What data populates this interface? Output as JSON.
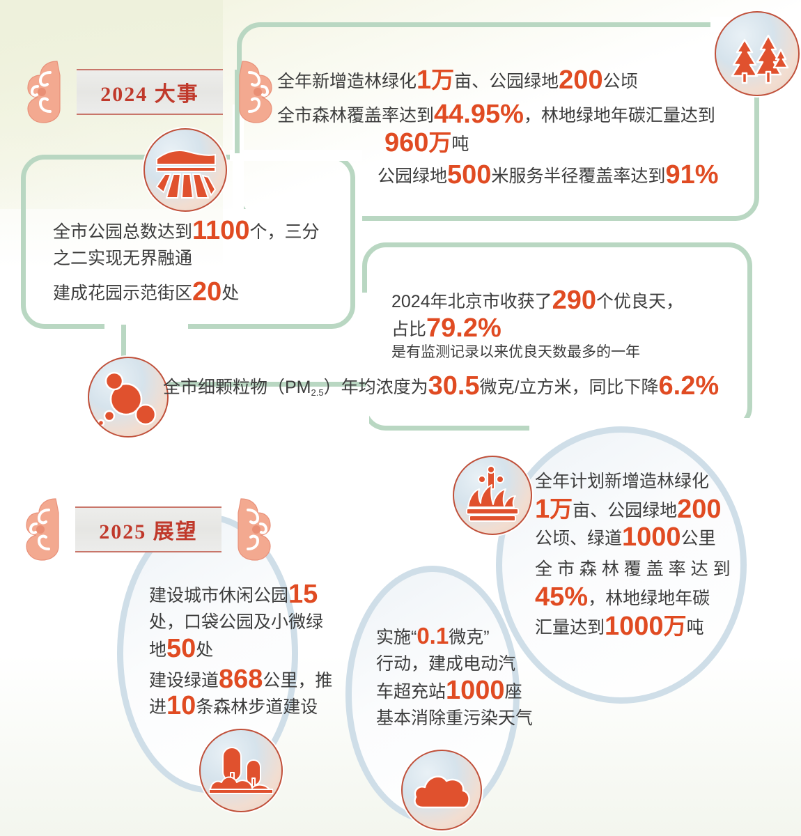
{
  "meta": {
    "accent_red": "#e04b22",
    "accent_title_red": "#c0392b",
    "frame_green": "#b9d7c2",
    "ellipse_blue": "#cfdee8",
    "text_gray": "#3c3c3c"
  },
  "banners": {
    "y2024": {
      "label": "2024 大事"
    },
    "y2025": {
      "label": "2025 展望"
    }
  },
  "icons": {
    "forest": "pine-trees-icon",
    "farmland": "farmland-field-icon",
    "particles": "particulate-dots-icon",
    "planter": "plant-sprout-icon",
    "park": "park-trees-icon",
    "cloud": "cloud-icon"
  },
  "section_2024": {
    "block_forest": {
      "line1": {
        "parts": [
          {
            "t": "全年新增造林绿化",
            "s": "plain"
          },
          {
            "t": "1",
            "s": "num-big"
          },
          {
            "t": "万",
            "s": "num-mid"
          },
          {
            "t": "亩、公园绿地",
            "s": "plain"
          },
          {
            "t": "200",
            "s": "num-big"
          },
          {
            "t": "公顷",
            "s": "plain"
          }
        ]
      },
      "line2": {
        "parts": [
          {
            "t": "全市森林覆盖率达到",
            "s": "plain"
          },
          {
            "t": "44.95%",
            "s": "num-big"
          },
          {
            "t": "，林地绿地年碳汇量达到",
            "s": "plain"
          }
        ]
      },
      "line3": {
        "parts": [
          {
            "t": "960",
            "s": "num-big"
          },
          {
            "t": "万",
            "s": "num-mid"
          },
          {
            "t": "吨",
            "s": "plain"
          }
        ]
      },
      "line4": {
        "parts": [
          {
            "t": "公园绿地",
            "s": "plain"
          },
          {
            "t": "500",
            "s": "num-big"
          },
          {
            "t": "米服务半径覆盖率达到",
            "s": "plain"
          },
          {
            "t": "91%",
            "s": "num-big"
          }
        ]
      }
    },
    "block_parks": {
      "line1": {
        "parts": [
          {
            "t": "全市公园总数达到",
            "s": "plain"
          },
          {
            "t": "1100",
            "s": "num-big"
          },
          {
            "t": "个，三分",
            "s": "plain"
          }
        ]
      },
      "line2": {
        "parts": [
          {
            "t": "之二实现无界融通",
            "s": "plain"
          }
        ]
      },
      "line3": {
        "parts": [
          {
            "t": "建成花园示范街区",
            "s": "plain"
          },
          {
            "t": "20",
            "s": "num-big"
          },
          {
            "t": "处",
            "s": "plain"
          }
        ]
      }
    },
    "block_airdays": {
      "line1": {
        "parts": [
          {
            "t": "2024年北京市收获了",
            "s": "plain"
          },
          {
            "t": "290",
            "s": "num-big"
          },
          {
            "t": "个优良天，",
            "s": "plain"
          }
        ]
      },
      "line2": {
        "parts": [
          {
            "t": "占比",
            "s": "plain"
          },
          {
            "t": "79.2%",
            "s": "num-big"
          }
        ]
      },
      "line3": {
        "parts": [
          {
            "t": "是有监测记录以来优良天数最多的一年",
            "s": "note"
          }
        ]
      }
    },
    "block_pm25": {
      "line1": {
        "parts": [
          {
            "t": "全市细颗粒物（PM",
            "s": "plain"
          },
          {
            "t": "2.5",
            "s": "subscript"
          },
          {
            "t": "）年均浓度为",
            "s": "plain"
          },
          {
            "t": "30.5",
            "s": "num-big"
          },
          {
            "t": "微克/立方米，同比下降",
            "s": "plain"
          },
          {
            "t": "6.2%",
            "s": "num-big"
          }
        ]
      }
    }
  },
  "section_2025": {
    "block_greening": {
      "line1": {
        "parts": [
          {
            "t": "全年计划新增造林绿化",
            "s": "plain"
          }
        ]
      },
      "line2": {
        "parts": [
          {
            "t": "1",
            "s": "num-big"
          },
          {
            "t": "万",
            "s": "num-mid"
          },
          {
            "t": "亩、公园绿地",
            "s": "plain"
          },
          {
            "t": "200",
            "s": "num-big"
          }
        ]
      },
      "line3": {
        "parts": [
          {
            "t": "公顷、绿道",
            "s": "plain"
          },
          {
            "t": "1000",
            "s": "num-big"
          },
          {
            "t": "公里",
            "s": "plain"
          }
        ]
      },
      "line4": {
        "parts": [
          {
            "t": "全 市 森 林 覆 盖 率 达 到",
            "s": "plain"
          }
        ]
      },
      "line5": {
        "parts": [
          {
            "t": "45%",
            "s": "num-big"
          },
          {
            "t": "，林地绿地年碳",
            "s": "plain"
          }
        ]
      },
      "line6": {
        "parts": [
          {
            "t": "汇量达到",
            "s": "plain"
          },
          {
            "t": "1000",
            "s": "num-big"
          },
          {
            "t": "万",
            "s": "num-mid"
          },
          {
            "t": "吨",
            "s": "plain"
          }
        ]
      }
    },
    "block_cityparks": {
      "line1": {
        "parts": [
          {
            "t": "建设城市休闲公园",
            "s": "plain"
          },
          {
            "t": "15",
            "s": "num-big"
          }
        ]
      },
      "line2": {
        "parts": [
          {
            "t": "处，口袋公园及小微绿",
            "s": "plain"
          }
        ]
      },
      "line3": {
        "parts": [
          {
            "t": "地",
            "s": "plain"
          },
          {
            "t": "50",
            "s": "num-big"
          },
          {
            "t": "处",
            "s": "plain"
          }
        ]
      },
      "line4": {
        "parts": [
          {
            "t": "建设绿道",
            "s": "plain"
          },
          {
            "t": "868",
            "s": "num-big"
          },
          {
            "t": "公里，推",
            "s": "plain"
          }
        ]
      },
      "line5": {
        "parts": [
          {
            "t": "进",
            "s": "plain"
          },
          {
            "t": "10",
            "s": "num-big"
          },
          {
            "t": "条森林步道建设",
            "s": "plain"
          }
        ]
      }
    },
    "block_air": {
      "line1": {
        "parts": [
          {
            "t": "实施“",
            "s": "plain"
          },
          {
            "t": "0.1",
            "s": "num-mid"
          },
          {
            "t": "微克",
            "s": "plain"
          },
          {
            "t": "”",
            "s": "plain"
          }
        ]
      },
      "line2": {
        "parts": [
          {
            "t": "行动，建成电动汽",
            "s": "plain"
          }
        ]
      },
      "line3": {
        "parts": [
          {
            "t": "车超充站",
            "s": "plain"
          },
          {
            "t": "1000",
            "s": "num-big"
          },
          {
            "t": "座",
            "s": "plain"
          }
        ]
      },
      "line4": {
        "parts": [
          {
            "t": "基本消除重污染天气",
            "s": "plain"
          }
        ]
      }
    }
  }
}
